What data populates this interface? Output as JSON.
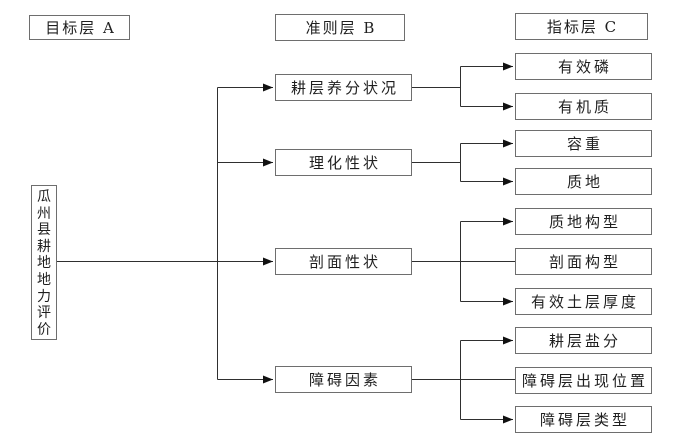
{
  "diagram": {
    "title": "AHP hierarchy of cultivated land fertility evaluation",
    "headers": {
      "goal_layer": "目标层 A",
      "criteria_layer": "准则层 B",
      "indicator_layer": "指标层 C"
    },
    "root": {
      "label": "瓜州县耕地地力评价"
    },
    "criteria": [
      {
        "label": "耕层养分状况",
        "children": [
          "有效磷",
          "有机质"
        ]
      },
      {
        "label": "理化性状",
        "children": [
          "容重",
          "质地"
        ]
      },
      {
        "label": "剖面性状",
        "children": [
          "质地构型",
          "剖面构型",
          "有效土层厚度"
        ]
      },
      {
        "label": "障碍因素",
        "children": [
          "耕层盐分",
          "障碍层出现位置",
          "障碍层类型"
        ]
      }
    ],
    "colors": {
      "background": "#ffffff",
      "box_border": "#6e6e6e",
      "line": "#2f2f2f",
      "arrow": "#111111",
      "text": "#1f1f1f"
    }
  }
}
